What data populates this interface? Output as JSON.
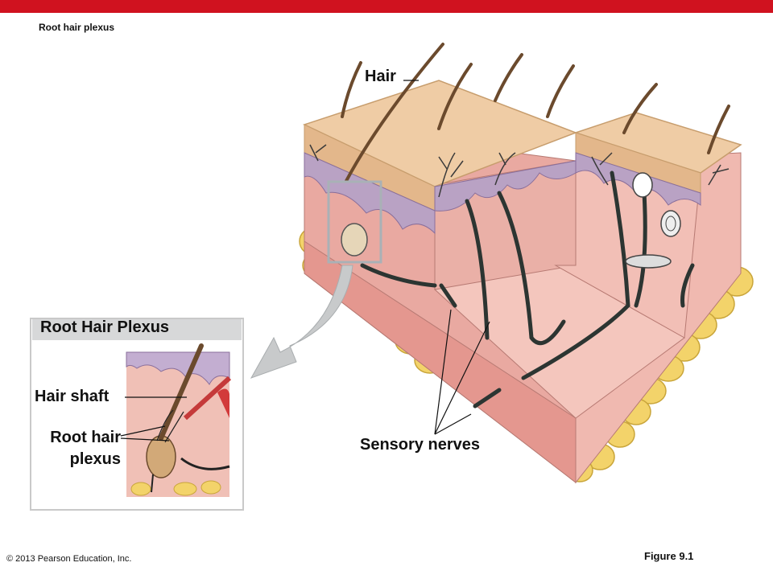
{
  "header": {
    "title": "Root hair plexus",
    "accent_color": "#d0121f"
  },
  "labels": {
    "hair": "Hair",
    "sensory_nerves": "Sensory nerves"
  },
  "inset": {
    "title": "Root Hair Plexus",
    "hair_shaft": "Hair shaft",
    "root_hair_line1": "Root hair",
    "root_hair_line2": "plexus"
  },
  "footer": {
    "copyright": "© 2013 Pearson Education, Inc.",
    "figure": "Figure 9.1"
  },
  "icons": [
    "skin-block-illustration",
    "zoom-arrow-icon",
    "hair-follicle-illustration"
  ]
}
